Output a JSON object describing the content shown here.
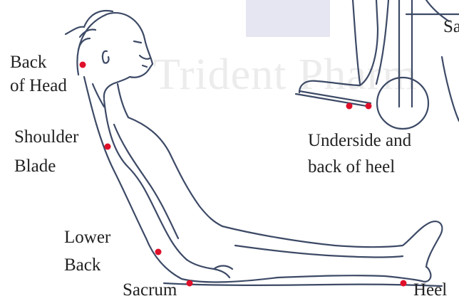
{
  "watermark": {
    "text": "Trident Pharm"
  },
  "labels": {
    "back_of_head": [
      "Back",
      "of Head"
    ],
    "shoulder_blade": [
      "Shoulder",
      "Blade"
    ],
    "lower_back": [
      "Lower",
      "Back"
    ],
    "sacrum": "Sacrum",
    "heel": "Heel",
    "heel_underside": [
      "Underside and",
      "back of heel"
    ],
    "top_right_fragment": "Sa"
  },
  "colors": {
    "pressure_point": "#e0102a",
    "line_art": "#3d4a66",
    "label_text": "#222222"
  }
}
